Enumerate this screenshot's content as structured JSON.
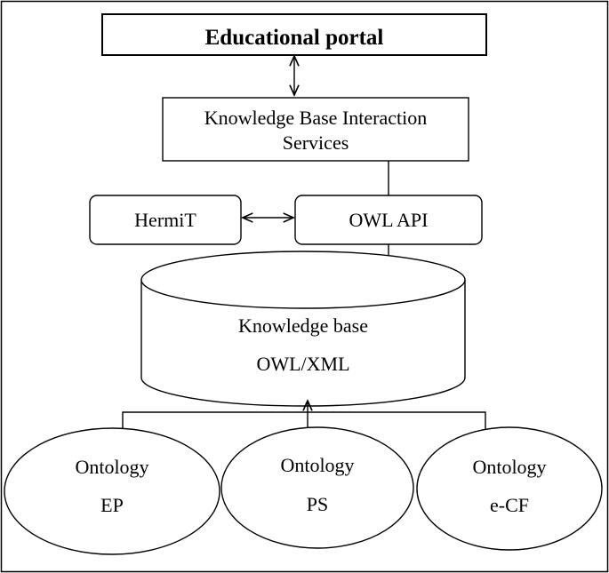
{
  "boxes": {
    "portal": "Educational portal",
    "kb_services_line1": "Knowledge Base Interaction",
    "kb_services_line2": "Services",
    "hermit": "HermiT",
    "owl_api": "OWL API"
  },
  "knowledge_base": {
    "line1": "Knowledge base",
    "line2": "OWL/XML"
  },
  "ontologies": [
    {
      "line1": "Ontology",
      "line2": "EP"
    },
    {
      "line1": "Ontology",
      "line2": "PS"
    },
    {
      "line1": "Ontology",
      "line2": "e-CF"
    }
  ]
}
